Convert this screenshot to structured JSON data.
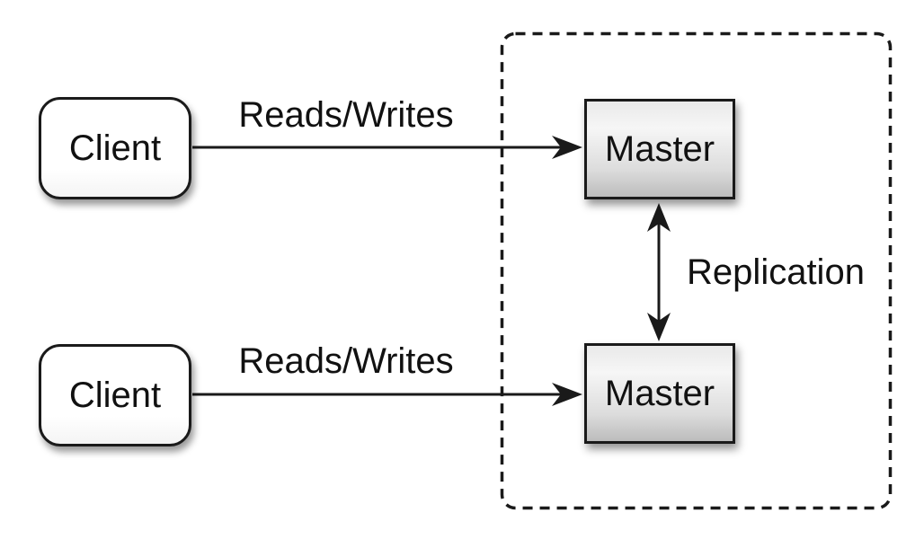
{
  "diagram": {
    "type": "architecture-diagram",
    "subject": "master-master-replication",
    "nodes": {
      "client_top": {
        "label": "Client",
        "shape": "rounded-rect"
      },
      "client_bottom": {
        "label": "Client",
        "shape": "rounded-rect"
      },
      "master_top": {
        "label": "Master",
        "shape": "rect"
      },
      "master_bottom": {
        "label": "Master",
        "shape": "rect"
      }
    },
    "edges": {
      "client_top_to_master_top": {
        "label": "Reads/Writes",
        "style": "single-arrow"
      },
      "client_bottom_to_master_bottom": {
        "label": "Reads/Writes",
        "style": "single-arrow"
      },
      "master_to_master": {
        "label": "Replication",
        "style": "double-arrow"
      }
    },
    "group": {
      "style": "dashed-rounded-rect"
    },
    "colors": {
      "background": "#ffffff",
      "stroke": "#1a1a1a",
      "text": "#111111",
      "client_fill": "#ffffff",
      "master_fill_top": "#efefef",
      "master_fill_bottom": "#bcbcbc"
    }
  }
}
